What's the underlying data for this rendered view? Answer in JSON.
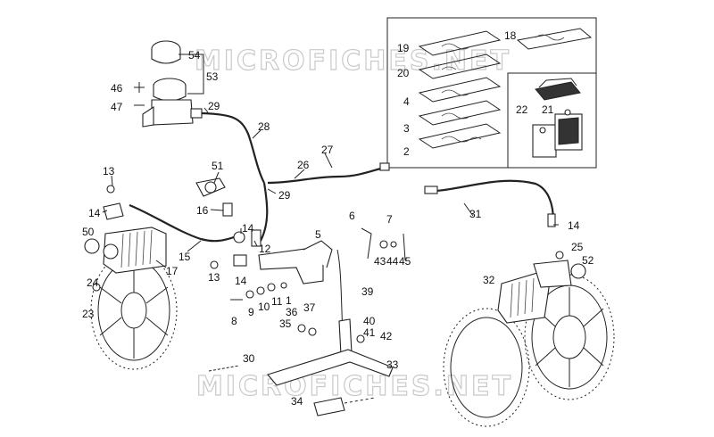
{
  "watermark": [
    "MICROFICHES.NET",
    "MICROFICHES.NET"
  ],
  "labels": [
    "54",
    "53",
    "46",
    "47",
    "29",
    "28",
    "27",
    "26",
    "29",
    "51",
    "13",
    "14",
    "16",
    "14",
    "12",
    "50",
    "15",
    "17",
    "13",
    "14",
    "24",
    "23",
    "8",
    "9",
    "10",
    "11",
    "1",
    "5",
    "6",
    "7",
    "43",
    "44",
    "45",
    "39",
    "36",
    "37",
    "35",
    "40",
    "41",
    "42",
    "30",
    "33",
    "34",
    "19",
    "18",
    "20",
    "4",
    "3",
    "2",
    "22",
    "21",
    "31",
    "14",
    "25",
    "52",
    "32"
  ]
}
